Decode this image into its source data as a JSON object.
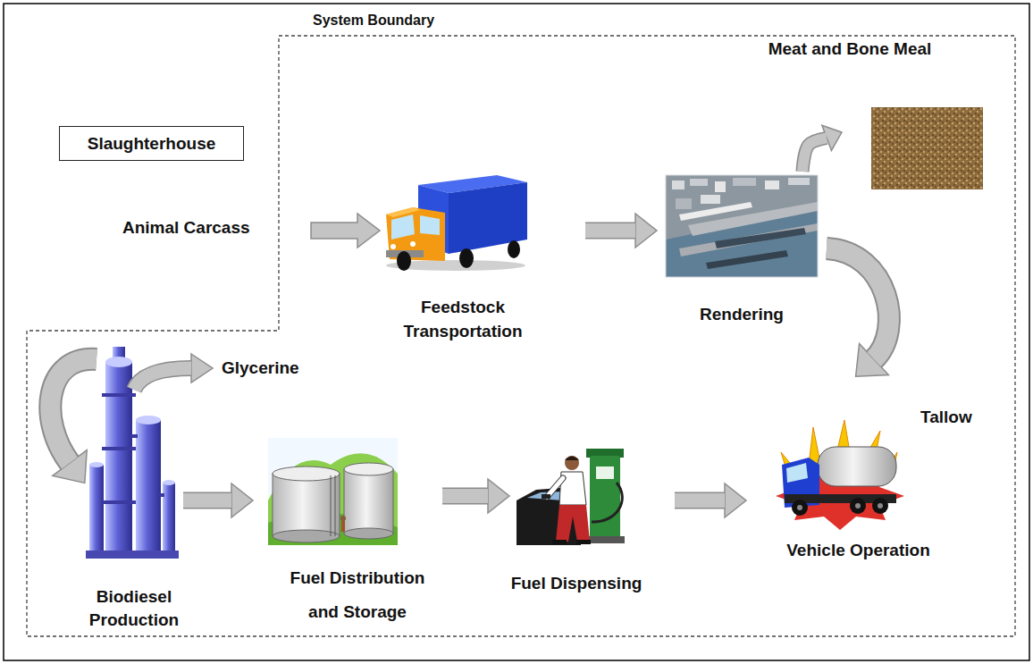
{
  "diagram": {
    "nodes": [
      {
        "text": [
          "Slaughterhouse"
        ]
      },
      {
        "text": [
          "Feedstock Transportation"
        ]
      },
      {
        "text": [
          "Rendering"
        ]
      },
      {
        "text": [
          "Meat and Bone Meal"
        ]
      },
      {
        "text": [
          "Biodiesel Production"
        ]
      },
      {
        "text": [
          "Fuel Distribution and Storage"
        ]
      },
      {
        "text": [
          "Fuel Dispensing"
        ]
      },
      {
        "text": [
          "Vehicle Operation"
        ]
      }
    ],
    "edges": [
      {
        "from": 1,
        "to": 2,
        "arrow": "to"
      },
      {
        "from": 2,
        "to": 3,
        "arrow": "to"
      },
      {
        "from": 4,
        "to": 5,
        "arrow": "to"
      },
      {
        "from": 5,
        "to": 6,
        "arrow": "to"
      },
      {
        "from": 6,
        "to": 7,
        "arrow": "to"
      }
    ],
    "labels": [
      "System Boundary",
      "Animal Carcass",
      "Glycerine",
      "Tallow"
    ]
  }
}
